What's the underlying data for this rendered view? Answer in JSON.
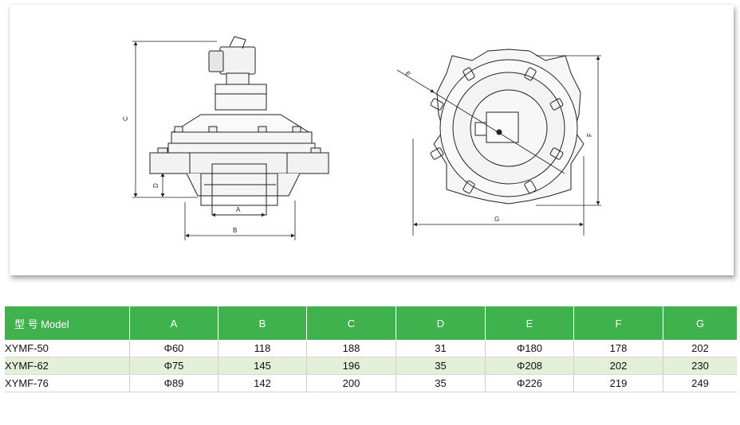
{
  "drawing": {
    "labels": {
      "a": "A",
      "b": "B",
      "c": "C",
      "d": "D",
      "e": "E",
      "f": "F",
      "g": "G"
    }
  },
  "table": {
    "headers": [
      "型 号 Model",
      "A",
      "B",
      "C",
      "D",
      "E",
      "F",
      "G"
    ],
    "rows": [
      [
        "XYMF-50",
        "Φ60",
        "118",
        "188",
        "31",
        "Φ180",
        "178",
        "202"
      ],
      [
        "XYMF-62",
        "Φ75",
        "145",
        "196",
        "35",
        "Φ208",
        "202",
        "230"
      ],
      [
        "XYMF-76",
        "Φ89",
        "142",
        "200",
        "35",
        "Φ226",
        "219",
        "249"
      ]
    ]
  },
  "colors": {
    "header_bg": "#3fb24d",
    "alt_row_bg": "#e3efd9"
  }
}
